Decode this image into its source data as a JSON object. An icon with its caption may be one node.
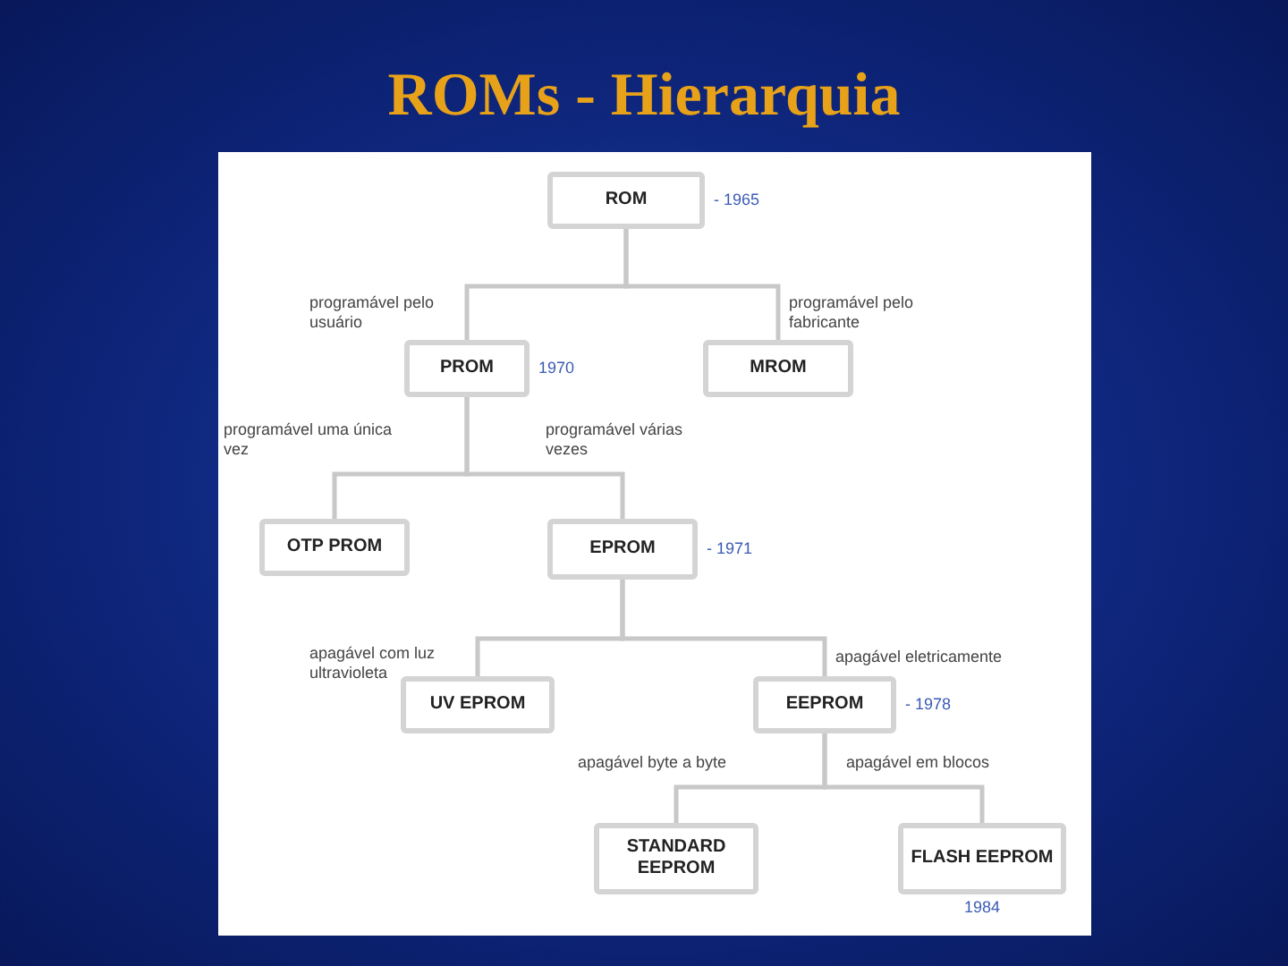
{
  "diagram": {
    "title": "ROMs - Hierarquia",
    "nodes": [
      {
        "text": [
          "ROM"
        ],
        "beside": [
          "- 1965"
        ]
      },
      {
        "text": [
          "PROM"
        ],
        "beside": [
          "1970"
        ]
      },
      {
        "text": [
          "MROM"
        ]
      },
      {
        "text": [
          "OTP PROM"
        ]
      },
      {
        "text": [
          "EPROM"
        ],
        "beside": [
          "- 1971"
        ]
      },
      {
        "text": [
          "UV EPROM"
        ]
      },
      {
        "text": [
          "EEPROM"
        ],
        "beside": [
          "- 1978"
        ]
      },
      {
        "text": [
          "STANDARD EEPROM"
        ]
      },
      {
        "text": [
          "FLASH EEPROM"
        ],
        "beside": [
          "1984"
        ]
      }
    ],
    "edges": [
      {
        "from": 0,
        "to": 1,
        "arrow": "none",
        "label": "programável pelo usuário"
      },
      {
        "from": 0,
        "to": 2,
        "arrow": "none",
        "label": "programável pelo fabricante"
      },
      {
        "from": 1,
        "to": 3,
        "arrow": "none",
        "label": "programável uma única vez"
      },
      {
        "from": 1,
        "to": 4,
        "arrow": "none",
        "label": "programável várias vezes"
      },
      {
        "from": 4,
        "to": 5,
        "arrow": "none",
        "label": "apagável com luz ultravioleta"
      },
      {
        "from": 4,
        "to": 6,
        "arrow": "none",
        "label": "apagável eletricamente"
      },
      {
        "from": 6,
        "to": 7,
        "arrow": "none",
        "label": "apagável byte a byte"
      },
      {
        "from": 6,
        "to": 8,
        "arrow": "none",
        "label": "apagável em blocos"
      }
    ]
  }
}
